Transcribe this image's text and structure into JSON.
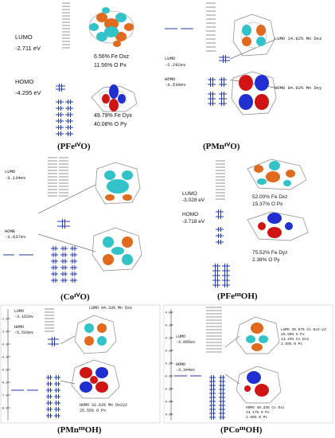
{
  "panels": {
    "fe4o": {
      "caption": "(PFeᴵⱽO)",
      "lumo_label": "LUMO",
      "lumo_energy": "-2.711 eV",
      "homo_label": "HOMO",
      "homo_energy": "-4.295 eV",
      "lumo_comp": [
        "6.56%  Fe  Dxz",
        "11.56% O   Px"
      ],
      "homo_comp": [
        "49.79% Fe Dyx",
        "40.08% O  Py"
      ]
    },
    "mn4o": {
      "caption": "(PMnᴵⱽO)",
      "lumo_label": "LUMO",
      "lumo_energy": "-2.292ev",
      "homo_label": "HOMO",
      "homo_energy": "-3.539ev",
      "lumo_comp": "LUMO 14.82%  Mn  Dxz",
      "homo_comp": "HOMO 94.92%  Mn  Dxy"
    },
    "co4o": {
      "caption": "(CoᴵⱽO)",
      "lumo_label": "LUMO",
      "lumo_energy": "-3.134ev",
      "homo_label": "HOME",
      "homo_energy": "-3.637ev"
    },
    "fe3oh": {
      "caption": "(PFeᴵᴵᴵOH)",
      "lumo_label": "LUMO",
      "lumo_energy": "-3.028 eV",
      "homo_label": "HOMO",
      "homo_energy": "-3.718 eV",
      "lumo_comp": [
        "52.00%  Fe  Dxz",
        "15.37%  O   Px"
      ],
      "homo_comp": [
        "75.52%  Fe  Dyz",
        "2.38%   O   Py"
      ]
    },
    "mn3oh": {
      "caption": "(PMnᴵᴵᴵOH)",
      "lumo_label": "LUMO",
      "lumo_energy": "-3.162ev",
      "homo_label": "HOMO",
      "homo_energy": "-5.519ev",
      "lumo_comp": "LUMO 94.33% Mn Dxz",
      "homo_comp": [
        "HOMO  32.63%  Mn   Dx2y2",
        "      25.55%  O    Px"
      ]
    },
    "co3oh": {
      "caption": "(PCoᴵᴵᴵOH)",
      "lumo_label": "LUMO",
      "lumo_energy": "-3.095ev",
      "homo_label": "HOMO",
      "homo_energy": "-3.344ev",
      "lumo_comp": [
        "LUMO  38.57%  Co  Dx2-y2",
        "      25.59%  O   Px",
        "      14.43%  Co  Dz2",
        "       2.55%  N   Px"
      ],
      "homo_comp": [
        "HOMO  40.33%  Co  Dxz",
        "      43.17%  O   Px",
        "       2.98%  N   Px"
      ],
      "axis_ticks": [
        "-0.05",
        "-0.10",
        "-0.15",
        "-0.20",
        "-0.25",
        "-0.30",
        "-0.35",
        "-0.40",
        "-0.45"
      ]
    },
    "mn3oh_axis_ticks": [
      "-1.0",
      "-2.0",
      "-3.0",
      "-4.0",
      "-5.0",
      "-6.0",
      "-7.0",
      "-8.0"
    ]
  },
  "colors": {
    "orbital_orange": "#e06a1e",
    "orbital_cyan": "#32c3c8",
    "orbital_red": "#d01414",
    "orbital_blue": "#1f2fd0",
    "level_blue": "#223bb3"
  },
  "icons": [
    "orbital-lobe-icon",
    "porphyrin-ring-icon",
    "electron-spin-icon"
  ]
}
